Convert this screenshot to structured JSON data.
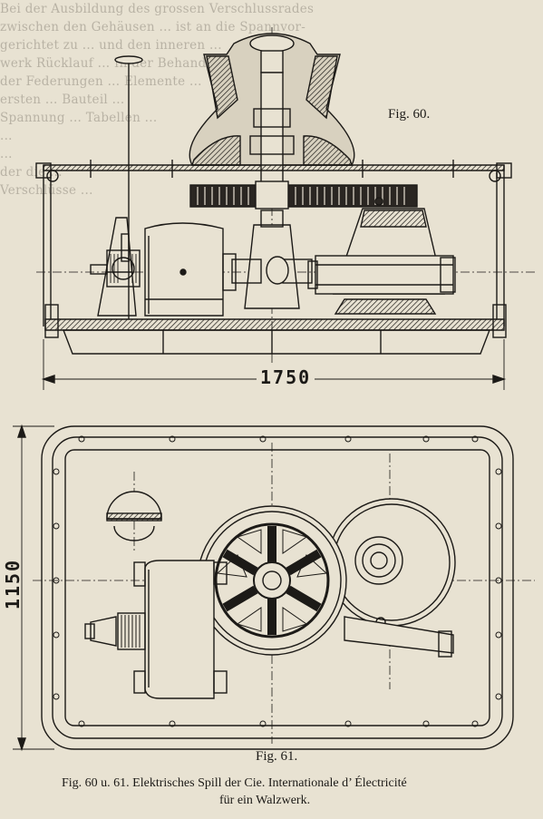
{
  "bleed_text": "Bei der Ausbildung des grossen Verschlussrades\nzwischen den Gehäusen ... ist an die Spannvor-\ngerichtet zu ... und den inneren ... \nwerk Rücklauf ... In der Behandlung\nder Federungen ... Elemente ...\nersten ... Bauteil ...\nSpannung ... Tabellen ...\n... \n...\nder die ...\nVerschlüsse ...",
  "fig60_label": "Fig. 60.",
  "fig61_label": "Fig. 61.",
  "dim_width": "1750",
  "dim_height": "1150",
  "caption_line1": "Fig. 60 u. 61.  Elektrisches Spill der Cie. Internationale d’ Électricité",
  "caption_line2": "für ein Walzwerk.",
  "colors": {
    "paper": "#e8e2d2",
    "ink": "#1c1a17"
  }
}
